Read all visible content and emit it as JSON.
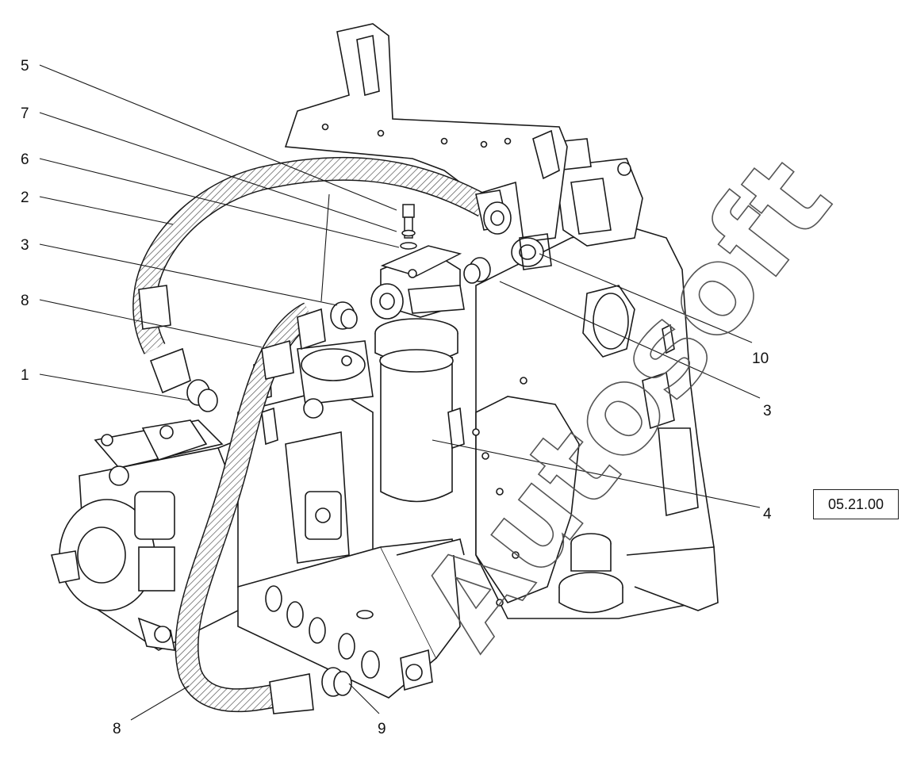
{
  "diagram": {
    "callouts": [
      {
        "id": "c5",
        "text": "5"
      },
      {
        "id": "c7",
        "text": "7"
      },
      {
        "id": "c6",
        "text": "6"
      },
      {
        "id": "c2",
        "text": "2"
      },
      {
        "id": "c3a",
        "text": "3"
      },
      {
        "id": "c8a",
        "text": "8"
      },
      {
        "id": "c1",
        "text": "1"
      },
      {
        "id": "c10",
        "text": "10"
      },
      {
        "id": "c3b",
        "text": "3"
      },
      {
        "id": "c4",
        "text": "4"
      },
      {
        "id": "c8b",
        "text": "8"
      },
      {
        "id": "c9",
        "text": "9"
      }
    ],
    "reference_code": "05.21.00",
    "watermark": "Autosoft",
    "colors": {
      "ink": "#1a1a1a",
      "hose_pattern": "#444444",
      "background": "#ffffff"
    }
  }
}
